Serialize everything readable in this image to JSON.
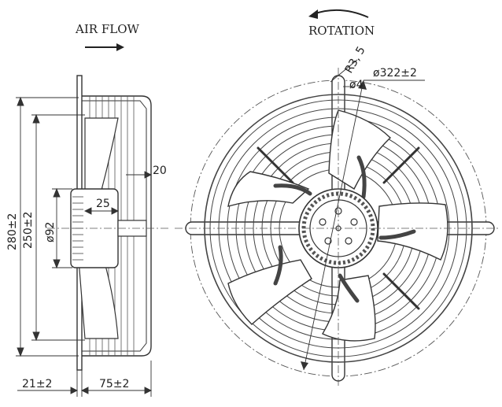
{
  "labels": {
    "air_flow": "AIR FLOW",
    "rotation": "ROTATION"
  },
  "dimensions": {
    "height_total": "280±2",
    "height_guard": "250±2",
    "hub_diameter": "ø92",
    "hub_depth": "25",
    "guard_offset": "20",
    "bottom_left": "21±2",
    "bottom_depth": "75±2",
    "mount_radius": "R3, 5",
    "hole_diameter": "ø4",
    "outer_diameter": "ø322±2"
  }
}
